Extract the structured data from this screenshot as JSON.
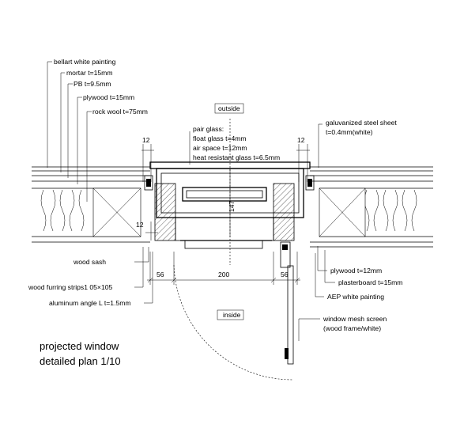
{
  "labels": {
    "bellart": "bellart white painting",
    "mortar": "mortar t=15mm",
    "pb": "PB t=9.5mm",
    "plywood_top": "plywood t=15mm",
    "rock_wool": "rock wool t=75mm",
    "outside": "outside",
    "inside": "inside",
    "pair_glass_1": "pair glass:",
    "pair_glass_2": "float glass t=4mm",
    "pair_glass_3": "air space t=12mm",
    "pair_glass_4": "heat resistant glass t=6.5mm",
    "steel_1": "galuvanized steel sheet",
    "steel_2": "t=0.4mm(white)",
    "wood_sash": "wood sash",
    "furring": "wood furring strips1 05×105",
    "angle": "aluminum angle L t=1.5mm",
    "plywood_right": "plywood t=12mm",
    "plasterboard": "plasterboard t=15mm",
    "aep": "AEP white painting",
    "mesh_1": "window mesh screen",
    "mesh_2": "(wood frame/white)"
  },
  "dimensions": {
    "d12_left": "12",
    "d12_right": "12",
    "d12_side": "12",
    "d147": "147",
    "d56_left": "56",
    "d200": "200",
    "d56_right": "56"
  },
  "title": {
    "line1": "projected window",
    "line2": "detailed plan 1/10"
  }
}
